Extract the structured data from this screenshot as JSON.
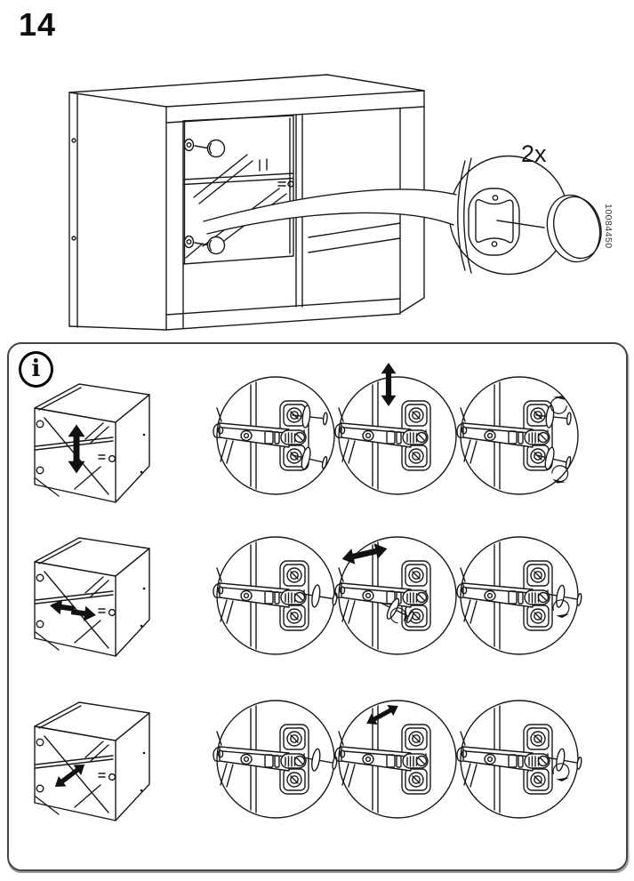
{
  "page": {
    "step_number": "14",
    "callout": {
      "quantity": "2x",
      "part_number": "10084450"
    },
    "info_panel": {
      "symbol": "i"
    },
    "colors": {
      "line": "#1a1a1a",
      "panel_border": "#454545",
      "background": "#ffffff"
    },
    "icons": [
      "info-icon",
      "cover-cap",
      "screwdriver",
      "vertical-adjust-arrow",
      "horizontal-adjust-arrow",
      "depth-adjust-arrow",
      "rotate-arrow"
    ]
  }
}
